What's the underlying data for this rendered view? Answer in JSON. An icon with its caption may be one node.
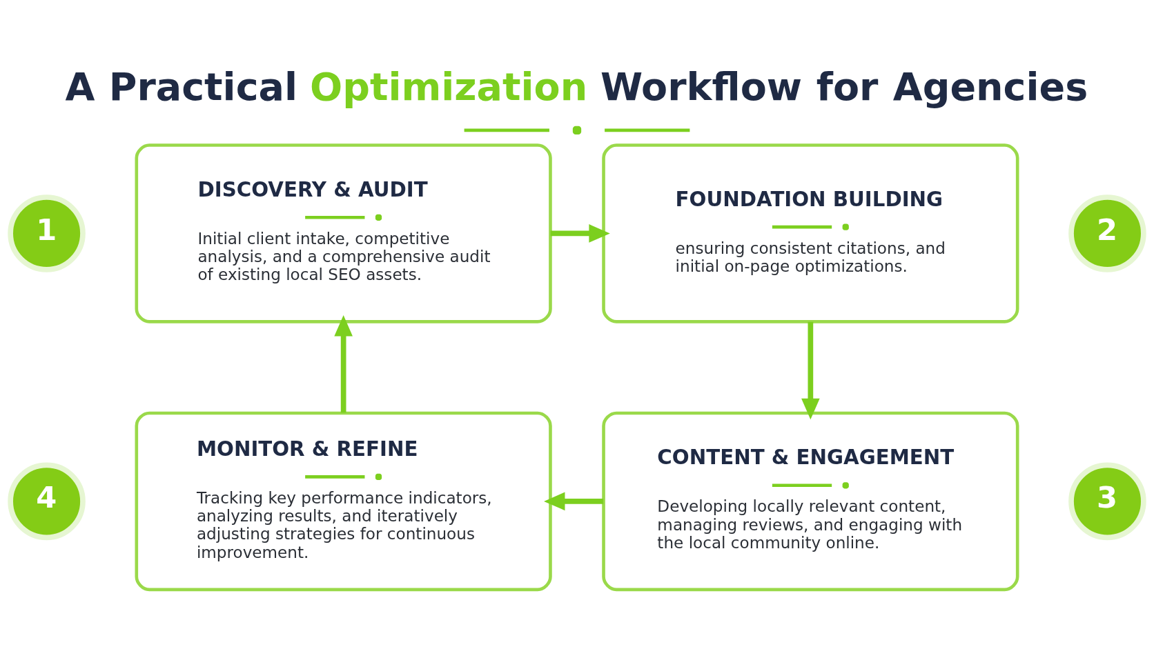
{
  "diagram": {
    "title": "A Practical Optimization Workflow for Agencies",
    "nodes": [
      {
        "text": [
          "1"
        ]
      },
      {
        "text": [
          "DISCOVERY & AUDIT",
          "Initial client intake, competitive analysis, and a comprehensive audit of existing local SEO assets."
        ]
      },
      {
        "text": [
          "FOUNDATION BUILDING",
          "ensuring consistent citations, and initial on-page optimizations."
        ]
      },
      {
        "text": [
          "2"
        ]
      },
      {
        "text": [
          "4"
        ]
      },
      {
        "text": [
          "MONITOR & REFINE",
          "Tracking key performance indicators, analyzing results, and iteratively adjusting strategies for continuous improvement."
        ]
      },
      {
        "text": [
          "CONTENT & ENGAGEMENT",
          "Developing locally relevant content, managing reviews, and engaging with the local community online."
        ]
      },
      {
        "text": [
          "3"
        ]
      }
    ],
    "edges": [
      {
        "from": 1,
        "to": 2,
        "arrow": "to"
      },
      {
        "from": 2,
        "to": 6,
        "arrow": "to"
      },
      {
        "from": 6,
        "to": 5,
        "arrow": "to"
      },
      {
        "from": 5,
        "to": 1,
        "arrow": "to"
      }
    ]
  }
}
